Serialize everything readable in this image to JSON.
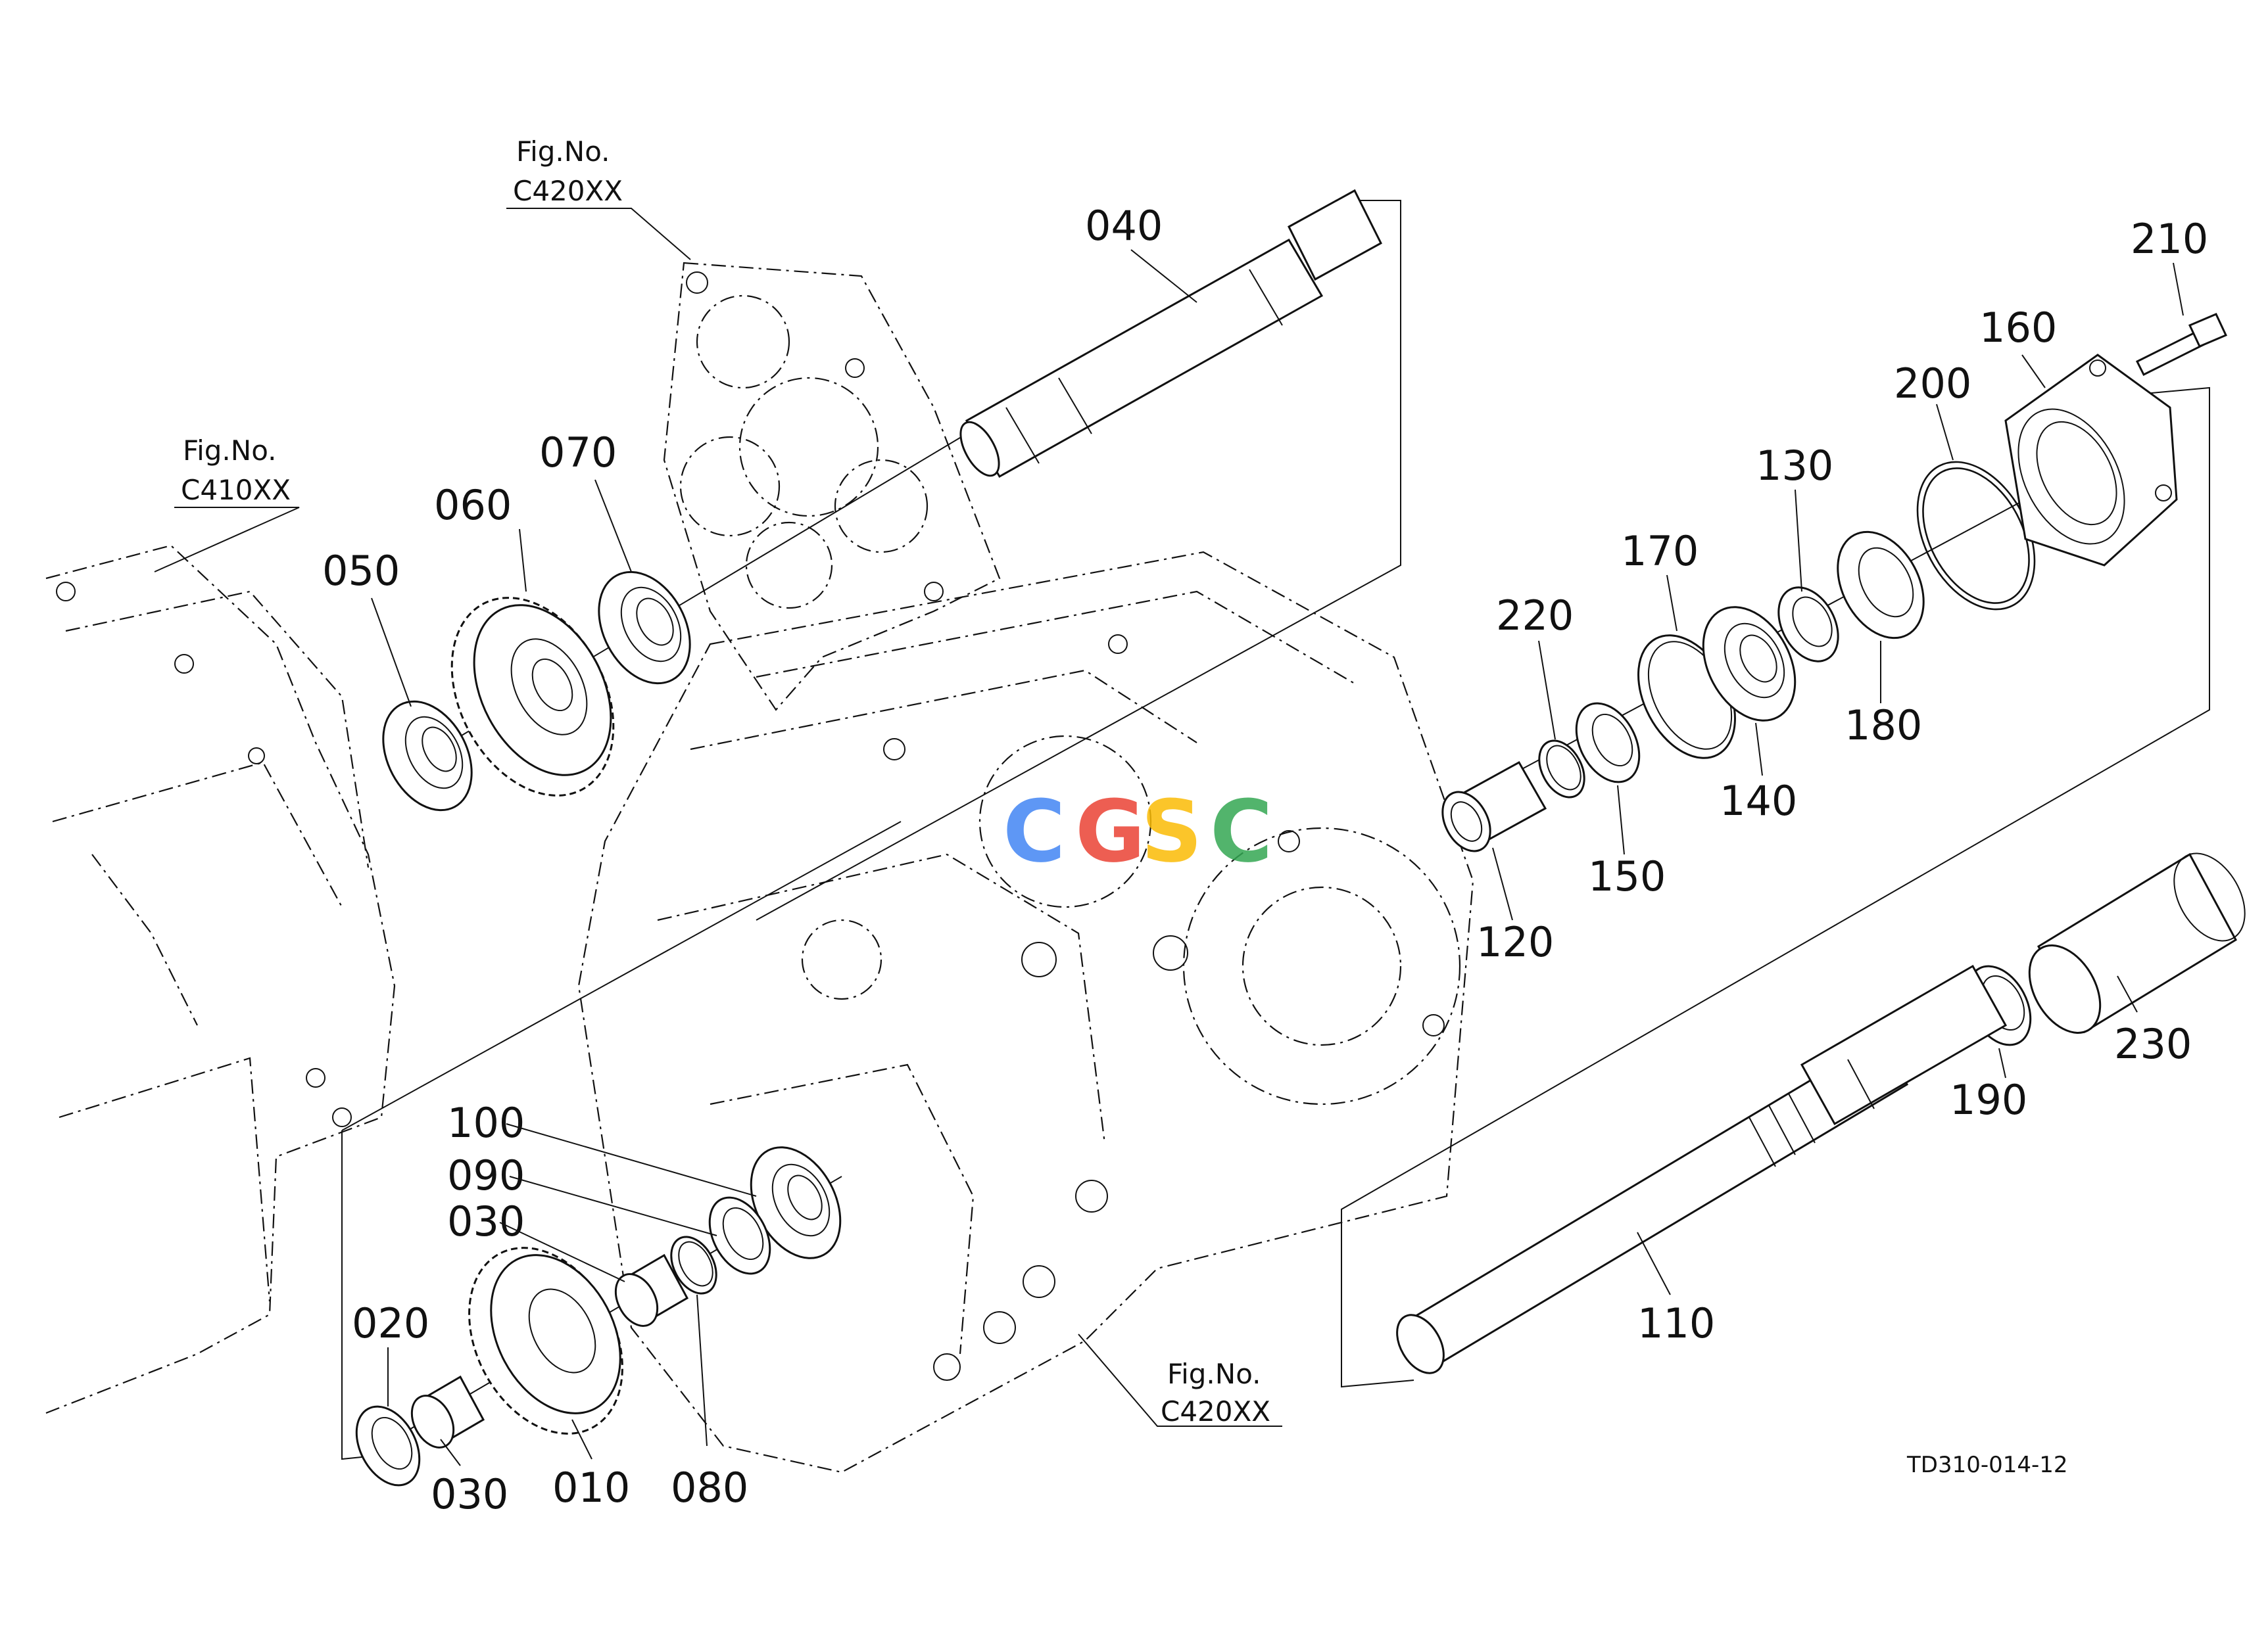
{
  "diagram": {
    "drawing_code": "TD310-014-12",
    "figure_refs": [
      {
        "fig": "Fig.No.",
        "code": "C420XX"
      },
      {
        "fig": "Fig.No.",
        "code": "C410XX"
      },
      {
        "fig": "Fig.No.",
        "code": "C420XX"
      }
    ],
    "watermark": "CGSC",
    "watermark_colors": [
      "#4285F4",
      "#EA4335",
      "#FBBC05",
      "#34A853"
    ],
    "part_numbers": [
      "040",
      "070",
      "060",
      "050",
      "210",
      "160",
      "200",
      "130",
      "170",
      "220",
      "180",
      "140",
      "150",
      "120",
      "230",
      "190",
      "110",
      "100",
      "090",
      "030",
      "020",
      "030",
      "010",
      "080"
    ]
  }
}
